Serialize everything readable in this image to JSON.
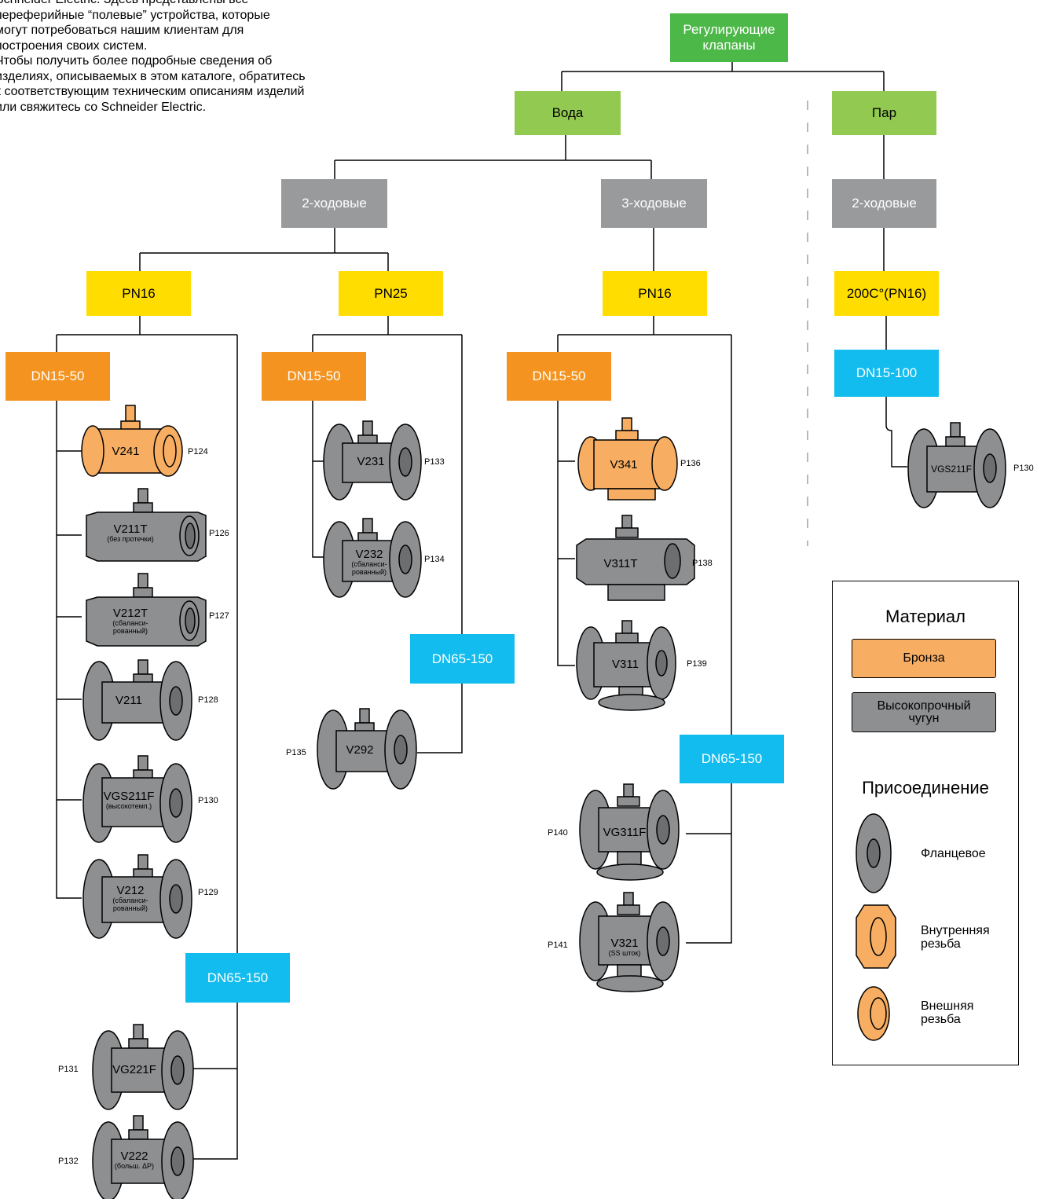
{
  "intro_text": "Schneider Electric. Здесь представлены все\nпереферийные “полевые” устройства, которые\nмогут потребоваться нашим клиентам для\nпостроения своих систем.\nЧтобы получить более подробные сведения об\nизделиях, описываемых в этом каталоге, обратитесь\nк соответствующим техническим описаниям изделий\nили свяжитесь со Schneider Electric.",
  "root": "Регулирующие клапаны",
  "medium": {
    "water": "Вода",
    "steam": "Пар"
  },
  "ways": {
    "two_way": "2-ходовые",
    "three_way": "3-ходовые",
    "steam_two_way": "2-ходовые"
  },
  "pressure": {
    "pn16_2way": "PN16",
    "pn25": "PN25",
    "pn16_3way": "PN16",
    "steam": "200C°(PN16)"
  },
  "sizes": {
    "pn16_small": "DN15-50",
    "pn16_large": "DN65-150",
    "pn25_small": "DN15-50",
    "pn25_large": "DN65-150",
    "three_small": "DN15-50",
    "three_large": "DN65-150",
    "steam": "DN15-100"
  },
  "valves": {
    "v241": {
      "name": "V241",
      "note": "",
      "page": "P124"
    },
    "v211t": {
      "name": "V211T",
      "note": "(без протечки)",
      "page": "P126"
    },
    "v212t": {
      "name": "V212T",
      "note": "(сбаланси-\nрованный)",
      "page": "P127"
    },
    "v211": {
      "name": "V211",
      "note": "",
      "page": "P128"
    },
    "vgs211f": {
      "name": "VGS211F",
      "note": "(высокотемп.)",
      "page": "P130"
    },
    "v212": {
      "name": "V212",
      "note": "(сбаланси-\nрованный)",
      "page": "P129"
    },
    "vg221f": {
      "name": "VG221F",
      "note": "",
      "page": "P131"
    },
    "v222": {
      "name": "V222",
      "note": "(больш. ΔP)",
      "page": "P132"
    },
    "v231": {
      "name": "V231",
      "note": "",
      "page": "P133"
    },
    "v232": {
      "name": "V232",
      "note": "(сбаланси-\nрованный)",
      "page": "P134"
    },
    "v292": {
      "name": "V292",
      "note": "",
      "page": "P135"
    },
    "v341": {
      "name": "V341",
      "note": "",
      "page": "P136"
    },
    "v311t": {
      "name": "V311T",
      "note": "",
      "page": "P138"
    },
    "v311": {
      "name": "V311",
      "note": "",
      "page": "P139"
    },
    "vg311f": {
      "name": "VG311F",
      "note": "",
      "page": "P140"
    },
    "v321": {
      "name": "V321",
      "note": "(SS шток)",
      "page": "P141"
    },
    "steam_vgs211f": {
      "name": "VGS211F",
      "note": "",
      "page": "P130"
    }
  },
  "legend": {
    "material_title": "Материал",
    "bronze": "Бронза",
    "iron": "Высокопрочный\nчугун",
    "connection_title": "Присоединение",
    "flanged": "Фланцевое",
    "internal": "Внутренняя\nрезьба",
    "external": "Внешняя\nрезьба"
  },
  "colors": {
    "root": "#4cb848",
    "medium": "#92c950",
    "ways": "#999a9c",
    "pressure": "#ffdd00",
    "small": "#f4931f",
    "large": "#12bcee",
    "bronze": "#f7ae63",
    "iron": "#8e8f91"
  }
}
